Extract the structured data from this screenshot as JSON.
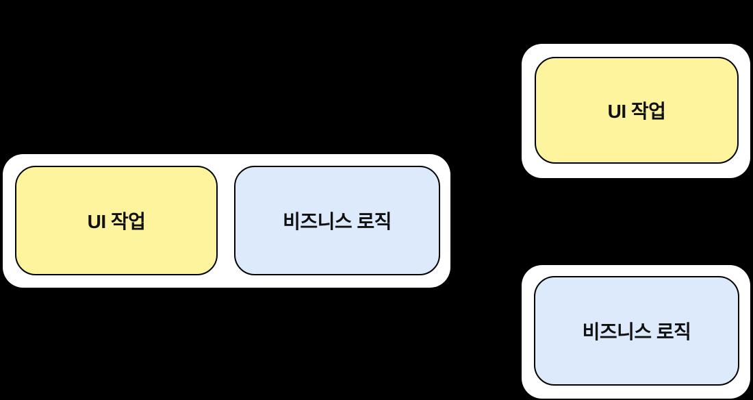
{
  "diagram": {
    "left_group": {
      "ui_box": {
        "label": "UI 작업"
      },
      "logic_box": {
        "label": "비즈니스 로직"
      }
    },
    "right_top_group": {
      "ui_box": {
        "label": "UI 작업"
      }
    },
    "right_bottom_group": {
      "logic_box": {
        "label": "비즈니스 로직"
      }
    }
  },
  "colors": {
    "background": "#000000",
    "container_fill": "#ffffff",
    "ui_fill": "#FDF49D",
    "logic_fill": "#DCEAFB",
    "border": "#000000",
    "text": "#111111"
  }
}
